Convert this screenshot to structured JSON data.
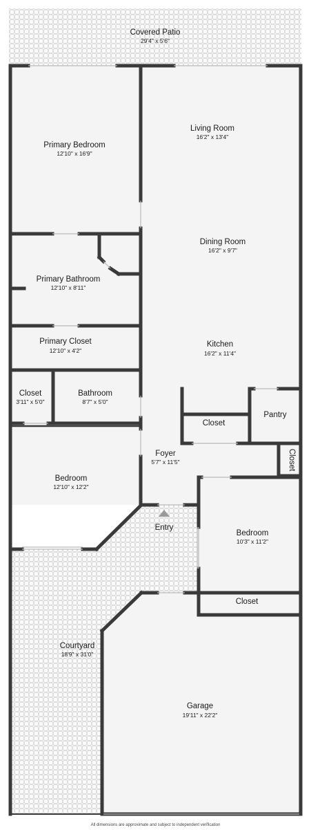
{
  "rooms": {
    "covered_patio": {
      "name": "Covered Patio",
      "dims": "29'4\" x 5'6\""
    },
    "living_room": {
      "name": "Living Room",
      "dims": "16'2\" x 13'4\""
    },
    "primary_bedroom": {
      "name": "Primary Bedroom",
      "dims": "12'10\" x 16'9\""
    },
    "dining_room": {
      "name": "Dining Room",
      "dims": "16'2\" x 9'7\""
    },
    "primary_bathroom": {
      "name": "Primary Bathroom",
      "dims": "12'10\" x 8'11\""
    },
    "primary_closet": {
      "name": "Primary Closet",
      "dims": "12'10\" x 4'2\""
    },
    "kitchen": {
      "name": "Kitchen",
      "dims": "16'2\" x 11'4\""
    },
    "closet_small": {
      "name": "Closet",
      "dims": "3'11\" x 5'0\""
    },
    "bathroom": {
      "name": "Bathroom",
      "dims": "8'7\" x 5'0\""
    },
    "kitchen_closet": {
      "name": "Closet"
    },
    "pantry": {
      "name": "Pantry"
    },
    "foyer": {
      "name": "Foyer",
      "dims": "5'7\" x 11'5\""
    },
    "foyer_closet": {
      "name": "Closet"
    },
    "bedroom_west": {
      "name": "Bedroom",
      "dims": "12'10\" x 12'2\""
    },
    "entry": {
      "name": "Entry"
    },
    "bedroom_east": {
      "name": "Bedroom",
      "dims": "10'3\" x 11'2\""
    },
    "bedroom_east_closet": {
      "name": "Closet"
    },
    "courtyard": {
      "name": "Courtyard",
      "dims": "18'9\" x 31'0\""
    },
    "garage": {
      "name": "Garage",
      "dims": "19'11\" x 22'2\""
    }
  },
  "footer_note": "All dimensions are approximate and subject to independent verification",
  "colors": {
    "wall": "#3a3a3a",
    "floor": "#f4f4f4",
    "paving": "#ececec"
  }
}
